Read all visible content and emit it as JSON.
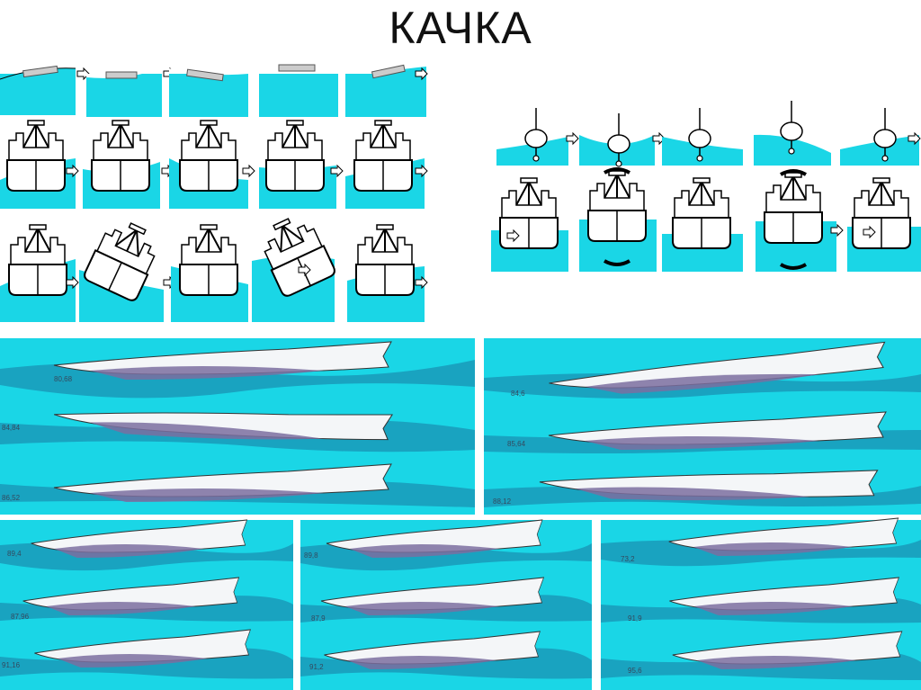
{
  "slide": {
    "title": "КАЧКА",
    "colors": {
      "water": "#1ad6e6",
      "panel_bg": "#1ad6e6",
      "wave_dark": "#19a3c0",
      "hull": "#f4f6f8",
      "hull_shadow": "#7b6fa0",
      "superstructure_gray": "#bfbfbf"
    }
  },
  "hull_panels": [
    {
      "labels": [
        "80,68",
        "84,84",
        "86,52"
      ]
    },
    {
      "labels": [
        "84,6",
        "85,64",
        "88,12"
      ]
    },
    {
      "labels": [
        "89,4",
        "87,96",
        "91,16"
      ]
    },
    {
      "labels": [
        "89,8",
        "87,9",
        "91,2"
      ]
    },
    {
      "labels": [
        "73,2",
        "91,9",
        "95,6"
      ]
    }
  ]
}
